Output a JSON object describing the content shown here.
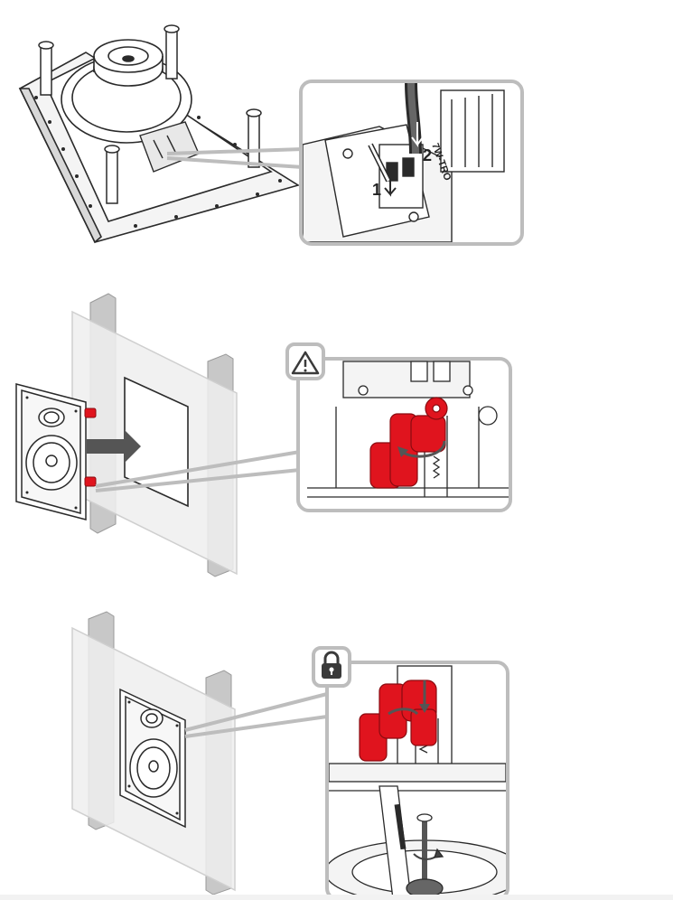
{
  "step1": {
    "terminal_labels": [
      "1",
      "2"
    ],
    "polarity_print": "7W-TRO"
  },
  "step2": {
    "badge_icon": "warning-triangle-icon"
  },
  "step3": {
    "badge_icon": "padlock-icon"
  },
  "colors": {
    "outline": "#2a2a2a",
    "callout_border": "#bdbdbd",
    "accent_red": "#e0141e",
    "wall": "#eeeeee",
    "stud": "#c8c8c8"
  }
}
